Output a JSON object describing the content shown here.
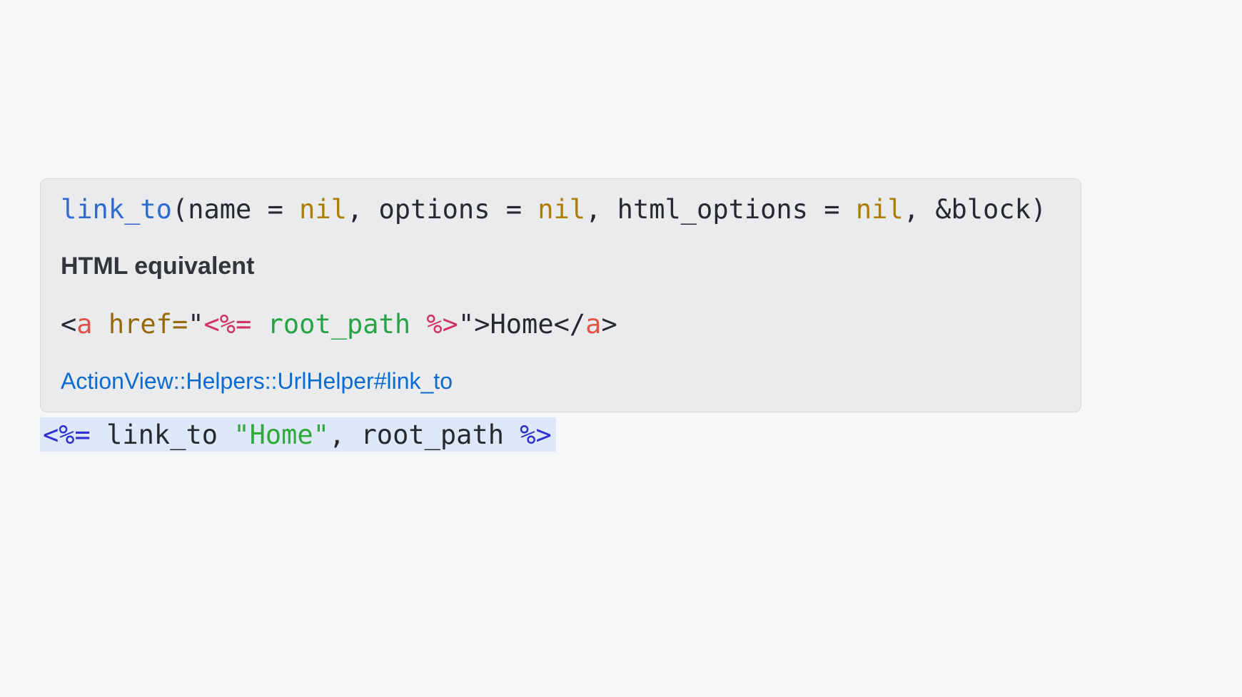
{
  "colors": {
    "page_background": "#f6f7f8",
    "tooltip_background": "#eaebec",
    "tooltip_border": "#d8d9da",
    "editor_line_highlight": "#dde9f8",
    "function_blue": "#2d6bd0",
    "constant_amber": "#ad7d00",
    "tag_red": "#df5348",
    "attribute_olive": "#97690a",
    "erb_delimiter_pink": "#d23269",
    "erb_delimiter_indigo": "#3030cf",
    "green": "#27a345",
    "string_green": "#2fa83c",
    "link_blue": "#0b6bd3",
    "code_plain": "#262a2e"
  },
  "tooltip": {
    "signature_tokens": [
      {
        "t": "link_to",
        "c": "func"
      },
      {
        "t": "(name = ",
        "c": "plain"
      },
      {
        "t": "nil",
        "c": "const"
      },
      {
        "t": ", options = ",
        "c": "plain"
      },
      {
        "t": "nil",
        "c": "const"
      },
      {
        "t": ", html_options = ",
        "c": "plain"
      },
      {
        "t": "nil",
        "c": "const"
      },
      {
        "t": ", &block)",
        "c": "plain"
      }
    ],
    "subtitle": "HTML equivalent",
    "html_example_tokens": [
      {
        "t": "<",
        "c": "plain"
      },
      {
        "t": "a",
        "c": "tag"
      },
      {
        "t": " ",
        "c": "plain"
      },
      {
        "t": "href=",
        "c": "attr"
      },
      {
        "t": "\"",
        "c": "plain"
      },
      {
        "t": "<%=",
        "c": "erb"
      },
      {
        "t": " root_path ",
        "c": "green"
      },
      {
        "t": "%>",
        "c": "erb"
      },
      {
        "t": "\"",
        "c": "plain"
      },
      {
        "t": ">Home</",
        "c": "plain"
      },
      {
        "t": "a",
        "c": "tag"
      },
      {
        "t": ">",
        "c": "plain"
      }
    ],
    "link_label": "ActionView::Helpers::UrlHelper#link_to"
  },
  "editor_line": {
    "tokens": [
      {
        "t": "<%=",
        "c": "erbline"
      },
      {
        "t": " link_to ",
        "c": "plain"
      },
      {
        "t": "\"Home\"",
        "c": "string"
      },
      {
        "t": ", root_path ",
        "c": "plain"
      },
      {
        "t": "%>",
        "c": "erbline"
      }
    ]
  }
}
